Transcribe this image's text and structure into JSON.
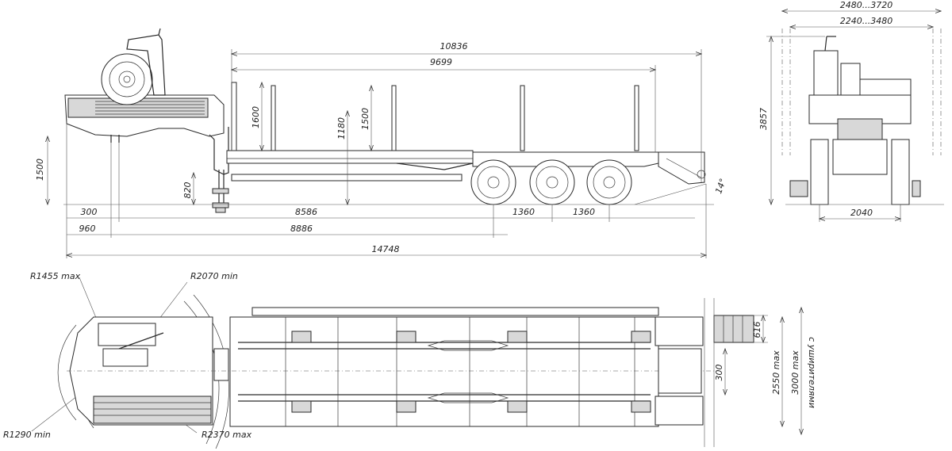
{
  "side_view": {
    "dim_10836": "10836",
    "dim_9699": "9699",
    "dim_1600": "1600",
    "dim_1500_post": "1500",
    "dim_1180": "1180",
    "dim_1500_left": "1500",
    "dim_820": "820",
    "dim_300": "300",
    "dim_8586": "8586",
    "dim_1360_a": "1360",
    "dim_1360_b": "1360",
    "dim_960": "960",
    "dim_8886": "8886",
    "dim_14748": "14748",
    "angle": "14°"
  },
  "rear_view": {
    "dim_width_max": "2480...3720",
    "dim_width_inner": "2240...3480",
    "dim_height": "3857",
    "dim_track": "2040"
  },
  "top_view": {
    "r1455": "R1455 max",
    "r2070": "R2070 min",
    "r1290": "R1290 min",
    "r2370": "R2370 max",
    "dim_616": "616",
    "dim_300": "300",
    "dim_2550": "2550 max",
    "dim_3000": "3000 max",
    "dim_ext_note": "с уширителями"
  }
}
